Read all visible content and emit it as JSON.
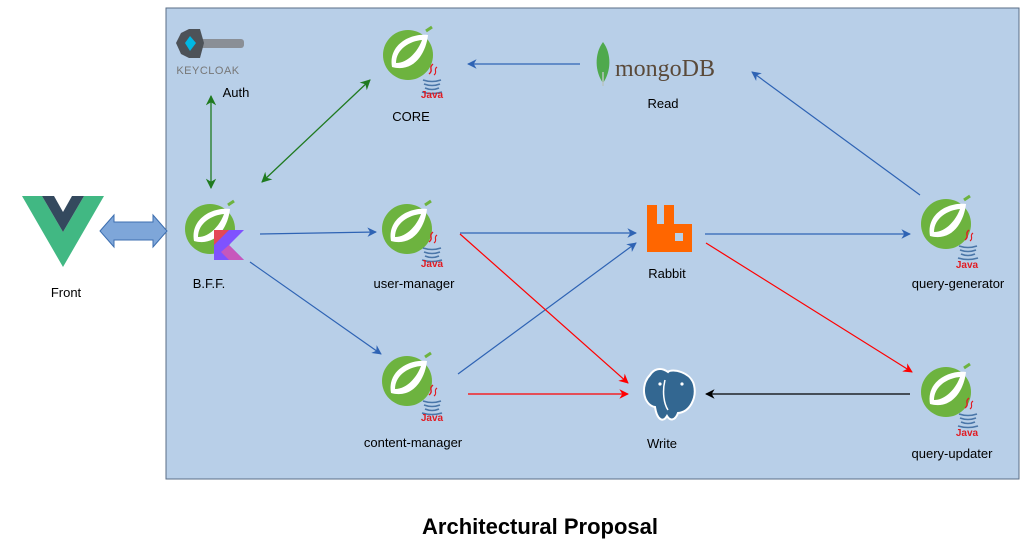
{
  "title": "Architectural Proposal",
  "boundary": {
    "fill": "#b8cfe8",
    "stroke": "#5a6d86"
  },
  "nodes": {
    "front": {
      "label": "Front",
      "icon": "vue-logo-icon"
    },
    "auth": {
      "label": "Auth",
      "icon": "keycloak-logo-icon",
      "logo_text": "KEYCLOAK"
    },
    "core": {
      "label": "CORE",
      "icon": "spring-java-icon",
      "badge": "Java"
    },
    "read": {
      "label": "Read",
      "icon": "mongodb-logo-icon",
      "logo_text": "mongoDB"
    },
    "bff": {
      "label": "B.F.F.",
      "icon": "spring-kotlin-icon"
    },
    "user_manager": {
      "label": "user-manager",
      "icon": "spring-java-icon",
      "badge": "Java"
    },
    "rabbit": {
      "label": "Rabbit",
      "icon": "rabbitmq-logo-icon"
    },
    "query_generator": {
      "label": "query-generator",
      "icon": "spring-java-icon",
      "badge": "Java"
    },
    "content_manager": {
      "label": "content-manager",
      "icon": "spring-java-icon",
      "badge": "Java"
    },
    "write": {
      "label": "Write",
      "icon": "postgresql-logo-icon"
    },
    "query_updater": {
      "label": "query-updater",
      "icon": "spring-java-icon",
      "badge": "Java"
    }
  },
  "colors": {
    "blue_arrow": "#2e63b4",
    "green_arrow": "#1f7a1f",
    "red_arrow": "#ff0000",
    "black_arrow": "#000000",
    "spring_green": "#6db33f",
    "java_red": "#e11b22"
  }
}
